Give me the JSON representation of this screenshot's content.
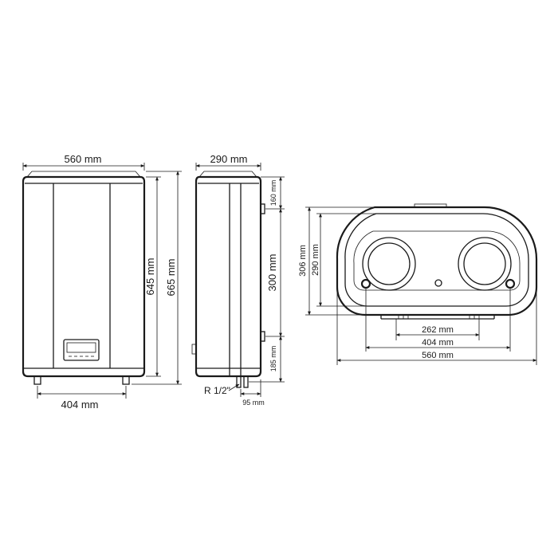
{
  "front_view": {
    "width_top": "560 mm",
    "height_inner": "645 mm",
    "height_outer": "665 mm",
    "width_bottom": "404 mm"
  },
  "side_view": {
    "depth": "290 mm",
    "dim_top": "160 mm",
    "dim_middle": "300 mm",
    "dim_bottom": "185 mm",
    "thread": "R 1/2\"",
    "dim_pipe": "95 mm"
  },
  "top_view": {
    "height_outer": "306 mm",
    "height_inner": "290 mm",
    "width_inner": "262 mm",
    "width_middle": "404 mm",
    "width_outer": "560 mm"
  },
  "colors": {
    "line": "#1a1a1a",
    "background": "#ffffff"
  }
}
